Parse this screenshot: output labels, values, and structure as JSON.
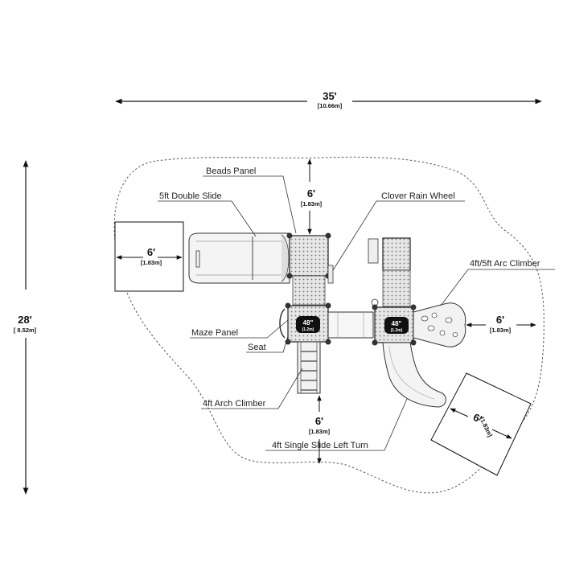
{
  "dimensions": {
    "overall_width": {
      "main": "35'",
      "sub": "[10.66m]"
    },
    "overall_depth": {
      "main": "28'",
      "sub": "[ 8.52m]"
    },
    "clearance_top": {
      "main": "6'",
      "sub": "[1.83m]"
    },
    "clearance_bottom": {
      "main": "6'",
      "sub": "[1.83m]"
    },
    "clearance_right": {
      "main": "6'",
      "sub": "[1.83m]"
    },
    "slide_zone_left": {
      "main": "6'",
      "sub": "[1.83m]"
    },
    "slide_zone_right": {
      "main": "6'",
      "sub": "[1.83m]"
    }
  },
  "decks": [
    {
      "main": "48\"",
      "sub": "(1.2m)"
    },
    {
      "main": "48\"",
      "sub": "(1.2m)"
    }
  ],
  "callouts": {
    "beads_panel": "Beads Panel",
    "double_slide": "5ft Double Slide",
    "clover_rain_wheel": "Clover Rain Wheel",
    "arc_climber": "4ft/5ft Arc Climber",
    "maze_panel": "Maze Panel",
    "seat": "Seat",
    "arch_climber": "4ft Arch Climber",
    "single_slide": "4ft Single Slide Left Turn"
  }
}
